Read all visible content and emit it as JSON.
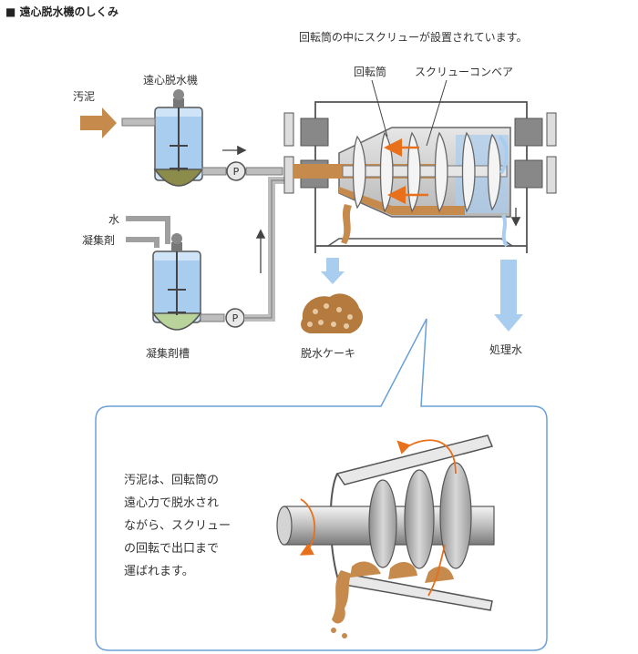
{
  "heading": "■ 遠心脱水機のしくみ",
  "subtitle": "回転筒の中にスクリューが設置されています。",
  "labels": {
    "centrifuge": "遠心脱水機",
    "sludge": "汚泥",
    "water": "水",
    "coagulant": "凝集剤",
    "coagulant_tank": "凝集剤槽",
    "drum": "回転筒",
    "screw_conveyor": "スクリューコンベア",
    "cake": "脱水ケーキ",
    "treated_water": "処理水",
    "pump1": "P",
    "pump2": "P"
  },
  "explanation": {
    "line1": "汚泥は、回転筒の",
    "line2": "遠心力で脱水され",
    "line3": "ながら、スクリュー",
    "line4": "の回転で出口まで",
    "line5": "運ばれます。"
  },
  "colors": {
    "sludge": "#c68a4c",
    "water": "#a9cdef",
    "pipe": "#a0a0a0",
    "callout_border": "#6aa0d8",
    "arrow_orange": "#e8701a"
  }
}
